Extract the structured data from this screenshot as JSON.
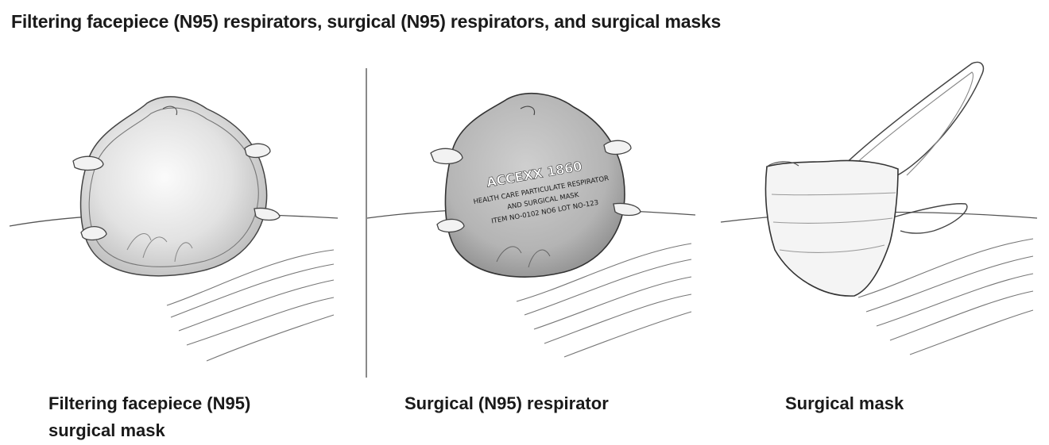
{
  "title": "Filtering facepiece (N95) respirators, surgical (N95) respirators, and surgical masks",
  "panels": [
    {
      "caption": "Filtering facepiece (N95) surgical mask"
    },
    {
      "caption": "Surgical (N95) respirator",
      "mask_text": {
        "brand": "ACCEXX 1860",
        "line1": "HEALTH CARE PARTICULATE RESPIRATOR",
        "line2": "AND SURGICAL MASK",
        "line3": "ITEM NO-0102   NO6   LOT NO-123"
      }
    },
    {
      "caption": "Surgical mask"
    }
  ]
}
